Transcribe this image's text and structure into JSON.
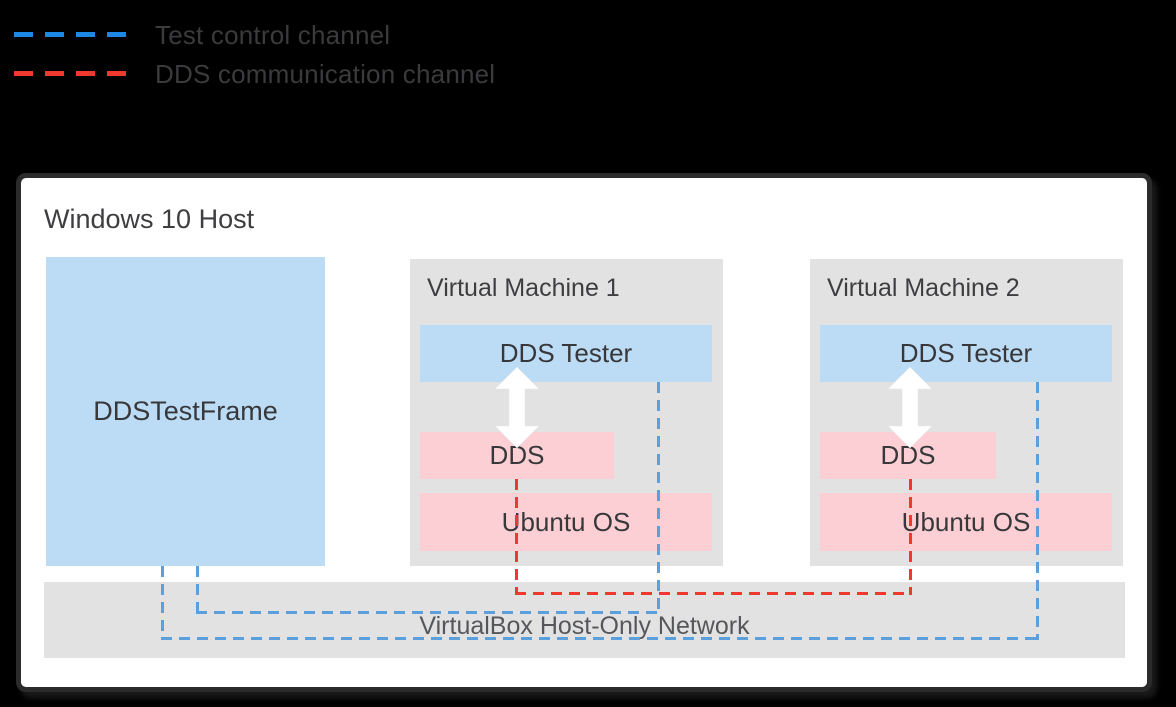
{
  "legend": {
    "items": [
      {
        "label": "Test control channel",
        "color": "#1e88e5"
      },
      {
        "label": "DDS communication channel",
        "color": "#f0392e"
      }
    ]
  },
  "diagram": {
    "host": {
      "title": "Windows 10 Host"
    },
    "test_frame": {
      "label": "DDSTestFrame"
    },
    "vms": [
      {
        "title": "Virtual Machine 1",
        "tester_label": "DDS Tester",
        "dds_label": "DDS",
        "os_label": "Ubuntu OS"
      },
      {
        "title": "Virtual Machine 2",
        "tester_label": "DDS Tester",
        "dds_label": "DDS",
        "os_label": "Ubuntu OS"
      }
    ],
    "network": {
      "label": "VirtualBox Host-Only Network"
    },
    "colors": {
      "test_control_channel_legend": "#1e88e5",
      "dds_communication_channel": "#f0392e",
      "test_control_line_in_diagram": "#5b9fdc",
      "block_blue": "#bbdcf4",
      "block_pink": "#fbcfd4",
      "block_gray": "#e2e2e2",
      "host_box_background": "#ffffff",
      "host_box_border": "#2b2b2b",
      "page_background": "#000000",
      "text_dark": "#3b3b3e",
      "network_text": "#56575b"
    }
  }
}
